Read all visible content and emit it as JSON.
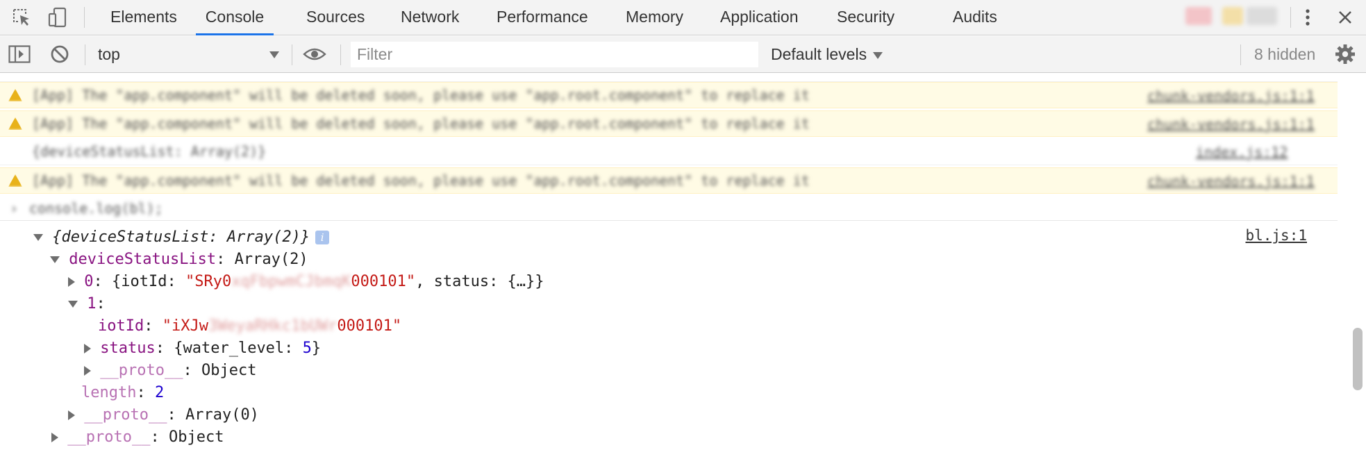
{
  "tabs": [
    {
      "label": "Elements"
    },
    {
      "label": "Console"
    },
    {
      "label": "Sources"
    },
    {
      "label": "Network"
    },
    {
      "label": "Performance"
    },
    {
      "label": "Memory"
    },
    {
      "label": "Application"
    },
    {
      "label": "Security"
    },
    {
      "label": "Audits"
    }
  ],
  "active_tab": "Console",
  "toolbar": {
    "context": "top",
    "filter_placeholder": "Filter",
    "levels": "Default levels",
    "hidden": "8 hidden"
  },
  "blurred_messages": [
    {
      "kind": "warning",
      "text": "[App] The \"app.component\" will be deleted soon, please use \"app.root.component\" to replace it",
      "source": "chunk-vendors.js:1:1"
    },
    {
      "kind": "warning",
      "text": "[App] The \"app.component\" will be deleted soon, please use \"app.root.component\" to replace it",
      "source": "chunk-vendors.js:1:1"
    },
    {
      "kind": "log",
      "text": "{deviceStatusList: Array(2)}",
      "source": "index.js:12"
    },
    {
      "kind": "warning",
      "text": "[App] The \"app.component\" will be deleted soon, please use \"app.root.component\" to replace it",
      "source": "chunk-vendors.js:1:1"
    },
    {
      "kind": "input",
      "text": "console.log(bl);",
      "source": ""
    }
  ],
  "object": {
    "summary": "{deviceStatusList: Array(2)}",
    "source_link": "bl.js:1",
    "prop_name": "deviceStatusList",
    "prop_value": "Array(2)",
    "item0": {
      "index": "0",
      "open": "{iotId: ",
      "id_start": "\"SRy0",
      "id_blur": "xqFbpwmCJbmqK",
      "id_end": "000101\"",
      "rest": ", status: {…}}"
    },
    "item1": {
      "index": "1",
      "iot_key": "iotId",
      "id_start": "\"iXJw",
      "id_blur": "3WeyaRHkc1bUWr",
      "id_end": "000101\"",
      "status_key": "status",
      "status_open": "{water_level: ",
      "status_value": "5",
      "status_close": "}",
      "proto_key": "__proto__",
      "proto_value": "Object"
    },
    "length_key": "length",
    "length_value": "2",
    "array_proto_key": "__proto__",
    "array_proto_value": "Array(0)",
    "root_proto_key": "__proto__",
    "root_proto_value": "Object"
  },
  "colors": {
    "active_tab_underline": "#1a73e8",
    "warning_bg": "#fffbe5",
    "key": "#881280",
    "string": "#c41a16",
    "number": "#1c00cf"
  },
  "icons": [
    "inspect-element-icon",
    "device-toggle-icon",
    "more-menu-icon",
    "close-icon",
    "sidebar-toggle-icon",
    "clear-console-icon",
    "eye-icon",
    "settings-gear-icon",
    "info-icon"
  ]
}
